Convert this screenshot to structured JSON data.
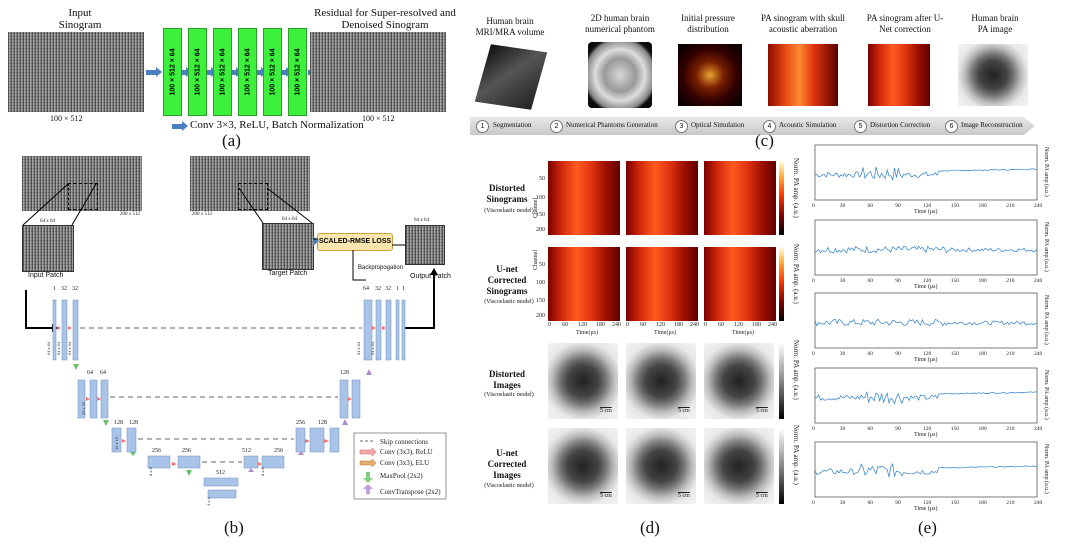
{
  "panel_a": {
    "label": "(a)",
    "input_title": "Input\nSinogram",
    "input_size": "100 × 512",
    "output_title": "Residual for Super-resolved and\nDenoised Sinogram",
    "output_size": "100 × 512",
    "blocks": [
      "100 × 512 × 64",
      "100 × 512 × 64",
      "100 × 512 × 64",
      "100 × 512 × 64",
      "100 × 512 × 64",
      "100 × 512 × 64"
    ],
    "legend": "Conv 3×3, ReLU, Batch Normalization"
  },
  "panel_b": {
    "label": "(b)",
    "left_size": "200 x 512",
    "mid_size": "200 x 512",
    "patch_size_1": "64 x 64",
    "patch_size_2": "64 x 64",
    "patch_size_3": "64 x 64",
    "input_patch": "Input Patch",
    "target_patch": "Target Patch",
    "output_patch": "Output Patch",
    "loss": "SCALED-RMSE LOSS",
    "backprop": "Backpropogation",
    "ch_top_left": [
      "1",
      "32",
      "32"
    ],
    "ch_top_right": [
      "64",
      "32",
      "32",
      "1",
      "1"
    ],
    "ch_2_left": [
      "64",
      "64"
    ],
    "ch_2_right": "128",
    "ch_3_left": [
      "128",
      "128"
    ],
    "ch_3_right": [
      "256",
      "128"
    ],
    "ch_4_left": [
      "256",
      "256"
    ],
    "ch_4_right": [
      "512",
      "256"
    ],
    "ch_5": "512",
    "legend": [
      "Skip connections",
      "Conv (3x3), ReLU",
      "Conv (3x3), ELU",
      "MaxPool (2x2)",
      "ConvTranspose (2x2)"
    ]
  },
  "panel_c": {
    "label": "(c)",
    "titles": [
      "Human brain\nMRI/MRA volume",
      "2D human brain\nnumerical phantom",
      "Initial pressure\ndistribution",
      "PA sinogram with skull\nacoustic aberration",
      "PA sinogram after U-\nNet correction",
      "Human brain\nPA image"
    ],
    "steps": [
      "1",
      "2",
      "3",
      "4",
      "5",
      "6"
    ],
    "step_labels": [
      "Segmentation",
      "Numerical Phantoms Generation",
      "Optical Simulation",
      "Acoustic Simulation",
      "Distortion Correction",
      "Image Reconstruction"
    ]
  },
  "panel_d": {
    "label": "(d)",
    "row_titles": [
      "Distorted\nSinograms",
      "U-net\nCorrected\nSinograms",
      "Distorted\nImages",
      "U-net\nCorrected\nImages"
    ],
    "row_sub": "(Viscoelastic model)",
    "y_ticks": [
      "50",
      "100",
      "150",
      "200"
    ],
    "x_ticks": [
      "0",
      "60",
      "120",
      "180",
      "240"
    ],
    "ylabel": "Channel",
    "xlabel": "Time(μs)",
    "cbar_label": "Norm. PA amp. (a.u.)",
    "scale": "5 cm"
  },
  "panel_e": {
    "label": "(e)",
    "x_ticks": [
      "0",
      "30",
      "60",
      "90",
      "120",
      "150",
      "180",
      "210",
      "240"
    ],
    "xlabel": "Time (μs)",
    "ylabel": "Norm. PA amp (a.u.)"
  }
}
